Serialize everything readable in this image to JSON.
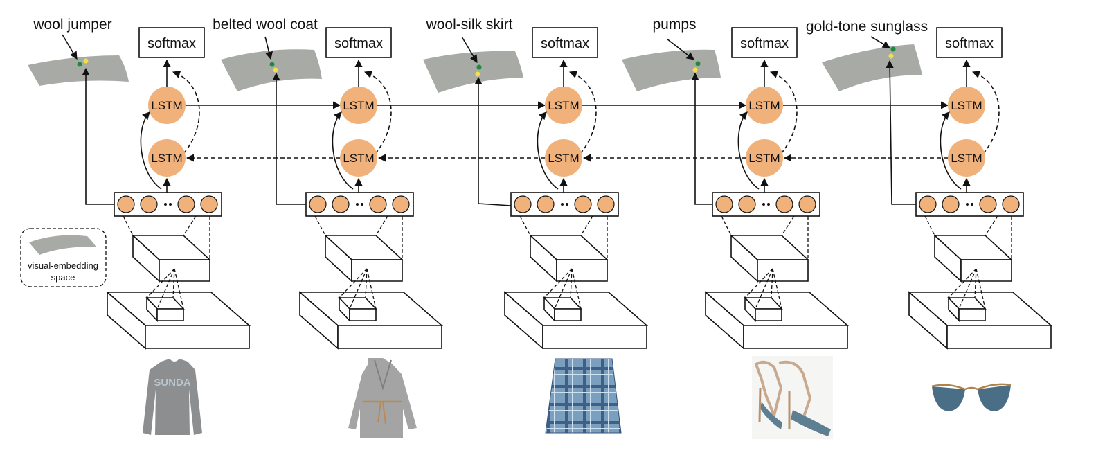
{
  "legend": {
    "line1": "visual-embedding",
    "line2": "space"
  },
  "columns": [
    {
      "item_label": "wool jumper",
      "softmax_label": "softmax",
      "lstm_top_label": "LSTM",
      "lstm_bottom_label": "LSTM",
      "image_icon": "grey-sweater-icon"
    },
    {
      "item_label": "belted wool coat",
      "softmax_label": "softmax",
      "lstm_top_label": "LSTM",
      "lstm_bottom_label": "LSTM",
      "image_icon": "belted-coat-icon"
    },
    {
      "item_label": "wool-silk skirt",
      "softmax_label": "softmax",
      "lstm_top_label": "LSTM",
      "lstm_bottom_label": "LSTM",
      "image_icon": "plaid-skirt-icon"
    },
    {
      "item_label": "pumps",
      "softmax_label": "softmax",
      "lstm_top_label": "LSTM",
      "lstm_bottom_label": "LSTM",
      "image_icon": "studded-pumps-icon"
    },
    {
      "item_label": "gold-tone sunglass",
      "softmax_label": "softmax",
      "lstm_top_label": "LSTM",
      "lstm_bottom_label": "LSTM",
      "image_icon": "sunglasses-icon"
    }
  ],
  "sweater_print": "SUNDA",
  "colors": {
    "lstm_fill": "#f0b27a",
    "embedding_surface": "#a8aaa6",
    "green_dot": "#1e8a3c",
    "yellow_dot": "#f2e24a",
    "line": "#111111"
  }
}
